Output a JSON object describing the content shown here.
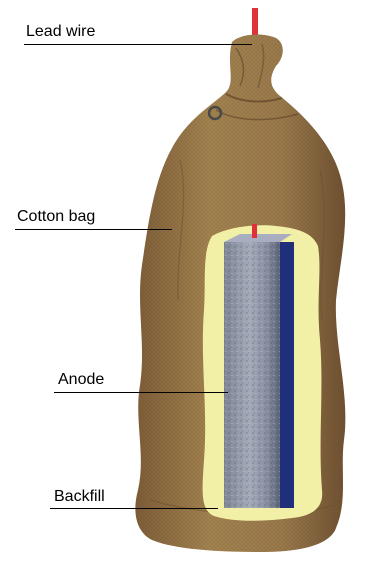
{
  "labels": {
    "lead_wire": "Lead wire",
    "cotton_bag": "Cotton bag",
    "anode": "Anode",
    "backfill": "Backfill"
  },
  "colors": {
    "bag": "#9b7a4e",
    "bag_dark": "#6f5232",
    "backfill": "#f2f0a6",
    "anode": "#8f96a8",
    "anode_shadow": "#1f2f7a",
    "lead_wire": "#e0303a"
  }
}
